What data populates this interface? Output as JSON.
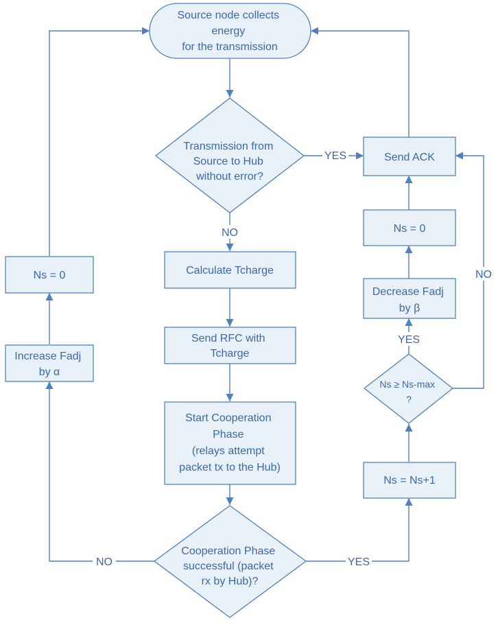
{
  "nodes": {
    "start": [
      "Source node collects",
      "energy",
      "for the transmission"
    ],
    "tx_check": [
      "Transmission from",
      "Source to Hub",
      "without error?"
    ],
    "calc": "Calculate Tcharge",
    "send_rfc": [
      "Send RFC with",
      "Tcharge"
    ],
    "coop_start": [
      "Start Cooperation",
      "Phase",
      "(relays attempt",
      "packet tx to the Hub)"
    ],
    "coop_check": [
      "Cooperation Phase",
      "successful (packet",
      "rx by Hub)?"
    ],
    "ns_inc": "Ns = Ns+1",
    "ns_check": [
      "Ns ≥ Ns-max",
      "?"
    ],
    "decrease": [
      "Decrease Fadj",
      "by β"
    ],
    "ns_zero_right": "Ns = 0",
    "send_ack": "Send ACK",
    "increase": [
      "Increase Fadj",
      "by α"
    ],
    "ns_zero_left": "Ns = 0"
  },
  "edge_labels": {
    "yes_tx": "YES",
    "no_tx": "NO",
    "no_coop": "NO",
    "yes_coop": "YES",
    "yes_ns": "YES",
    "no_ns": "NO"
  },
  "colors": {
    "stroke": "#4f81bd",
    "fill": "#e8f0f8",
    "text": "#3c67a8"
  }
}
